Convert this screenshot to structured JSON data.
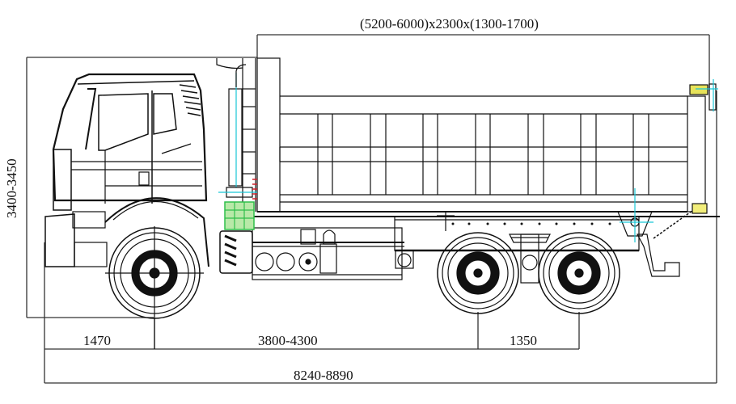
{
  "diagram": {
    "type": "technical-drawing",
    "subject": "6x4 dump truck, side elevation",
    "line_color": "#111111",
    "accent_colors": {
      "centerline_cyan": "#19c6d6",
      "component_green": "#2fbf4a",
      "highlight_yellow": "#e7e35a",
      "marker_red": "#d0202a"
    }
  },
  "dimensions": {
    "cargo_box": {
      "label": "(5200-6000)x2300x(1300-1700)",
      "meaning": "cargo box length x width x height (mm)"
    },
    "overall_height": {
      "label": "3400-3450",
      "meaning": "overall height (mm)"
    },
    "front_overhang": {
      "label": "1470",
      "meaning": "front overhang (mm)"
    },
    "wheelbase_1": {
      "label": "3800-4300",
      "meaning": "front axle to first rear axle (mm)"
    },
    "wheelbase_2": {
      "label": "1350",
      "meaning": "rear axle spacing (mm)"
    },
    "overall_length": {
      "label": "8240-8890",
      "meaning": "overall length (mm)"
    }
  },
  "components": [
    {
      "id": "cab",
      "label": "cab"
    },
    {
      "id": "front-wheel",
      "label": "front wheel"
    },
    {
      "id": "rear-wheel-1",
      "label": "middle axle wheel"
    },
    {
      "id": "rear-wheel-2",
      "label": "rear axle wheel"
    },
    {
      "id": "cargo-box",
      "label": "dump body"
    },
    {
      "id": "chassis-frame",
      "label": "chassis frame"
    },
    {
      "id": "ladder",
      "label": "access ladder"
    },
    {
      "id": "tailgate-hinge",
      "label": "tailgate hinge"
    }
  ]
}
